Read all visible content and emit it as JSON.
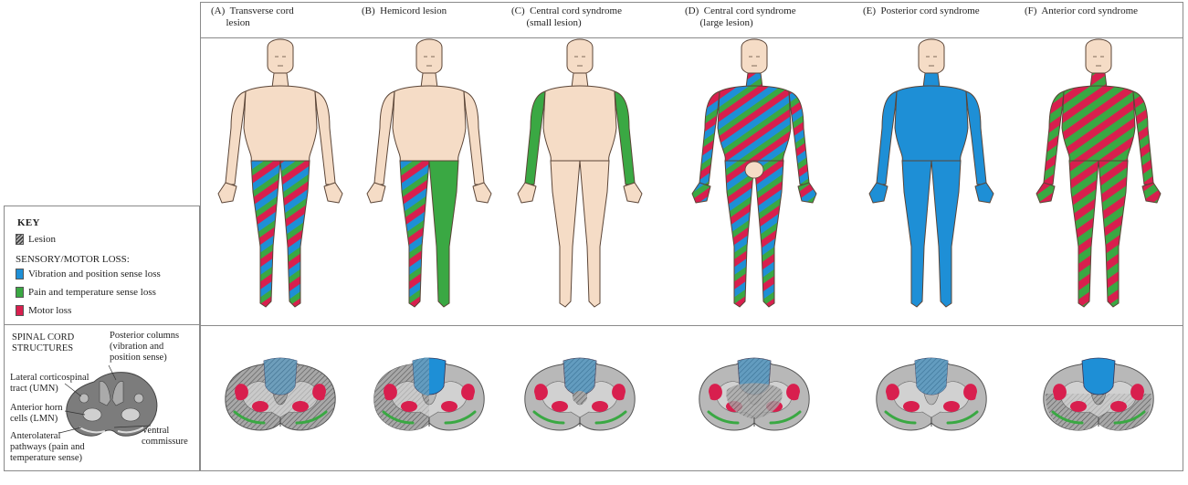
{
  "columns": [
    {
      "id": "A",
      "label": "(A)  Transverse cord\n      lesion"
    },
    {
      "id": "B",
      "label": "(B)  Hemicord lesion"
    },
    {
      "id": "C",
      "label": "(C)  Central cord syndrome\n      (small lesion)"
    },
    {
      "id": "D",
      "label": "(D)  Central cord syndrome\n      (large lesion)"
    },
    {
      "id": "E",
      "label": "(E)  Posterior cord syndrome"
    },
    {
      "id": "F",
      "label": "(F)  Anterior cord syndrome"
    }
  ],
  "key": {
    "title": "KEY",
    "lesion": "Lesion",
    "section_label": "SENSORY/MOTOR LOSS:",
    "items": [
      {
        "label": "Vibration and position sense loss",
        "color": "#1e8fd6"
      },
      {
        "label": "Pain and temperature sense loss",
        "color": "#3aa843"
      },
      {
        "label": "Motor loss",
        "color": "#d81f4e"
      }
    ]
  },
  "structures": {
    "title": "SPINAL CORD\nSTRUCTURES",
    "posterior": "Posterior columns\n(vibration and\nposition sense)",
    "lateral": "Lateral corticospinal\ntract (UMN)",
    "horn": "Anterior horn\ncells (LMN)",
    "anterolateral": "Anterolateral\npathways (pain and\ntemperature sense)",
    "ventral": "Ventral\ncommissure"
  },
  "colors": {
    "skin": "#f5dcc6",
    "outline": "#5a4436",
    "blue": "#1e8fd6",
    "green": "#3aa843",
    "red": "#d81f4e",
    "gray": "#9a9a9a"
  }
}
